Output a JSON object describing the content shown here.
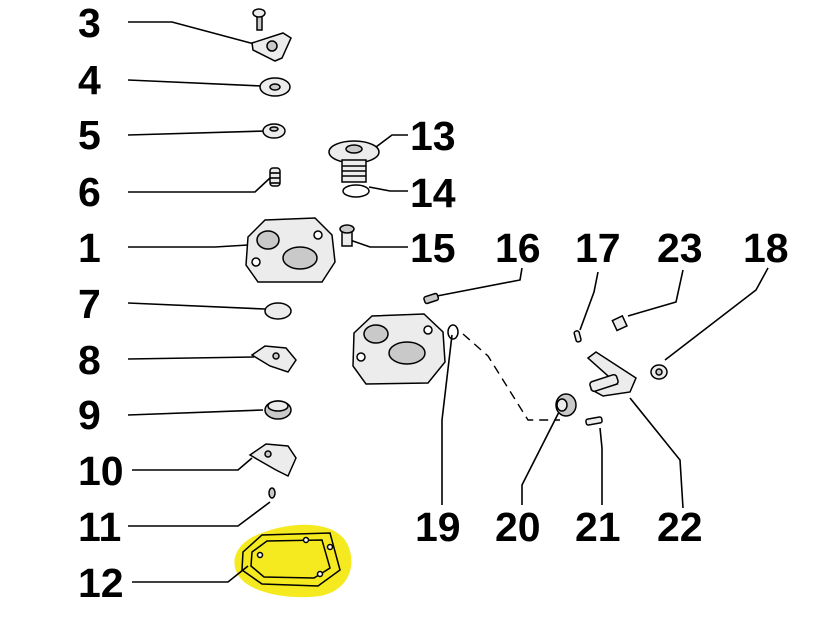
{
  "colors": {
    "highlight": "#f5e91f",
    "part_fill": "#ececec",
    "part_shade": "#c9c9c9",
    "ink": "#000000"
  },
  "highlighted_part": "12",
  "labels": {
    "p1": "1",
    "p3": "3",
    "p4": "4",
    "p5": "5",
    "p6": "6",
    "p7": "7",
    "p8": "8",
    "p9": "9",
    "p10": "10",
    "p11": "11",
    "p12": "12",
    "p13": "13",
    "p14": "14",
    "p15": "15",
    "p16": "16",
    "p17": "17",
    "p18": "18",
    "p19": "19",
    "p20": "20",
    "p21": "21",
    "p22": "22",
    "p23": "23"
  }
}
